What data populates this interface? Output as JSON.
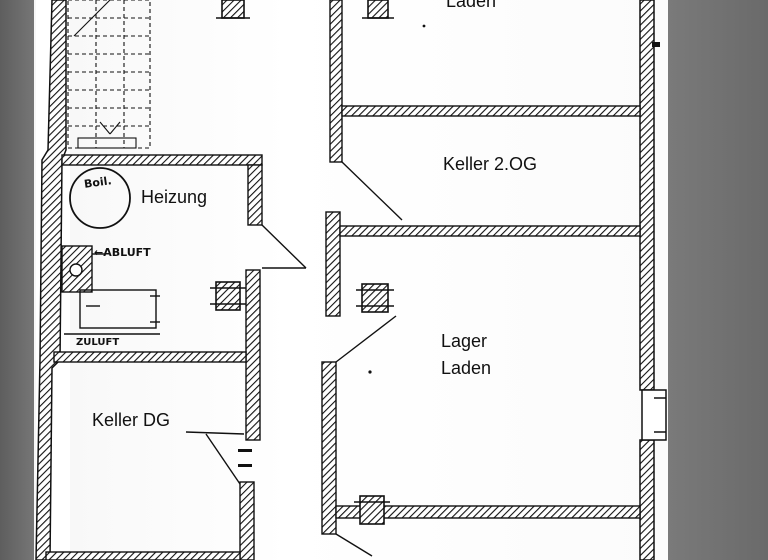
{
  "rooms": {
    "laden_top": "Laden",
    "keller_2og": "Keller 2.OG",
    "heizung": "Heizung",
    "lager_line1": "Lager",
    "lager_line2": "Laden",
    "keller_dg": "Keller DG"
  },
  "annotations": {
    "boiler": "Boil.",
    "abluft": "←ABLUFT",
    "zuluft": "ZULUFT"
  },
  "colors": {
    "ink": "#111111",
    "paper": "#fafafa",
    "background": "#6f6f6f"
  }
}
